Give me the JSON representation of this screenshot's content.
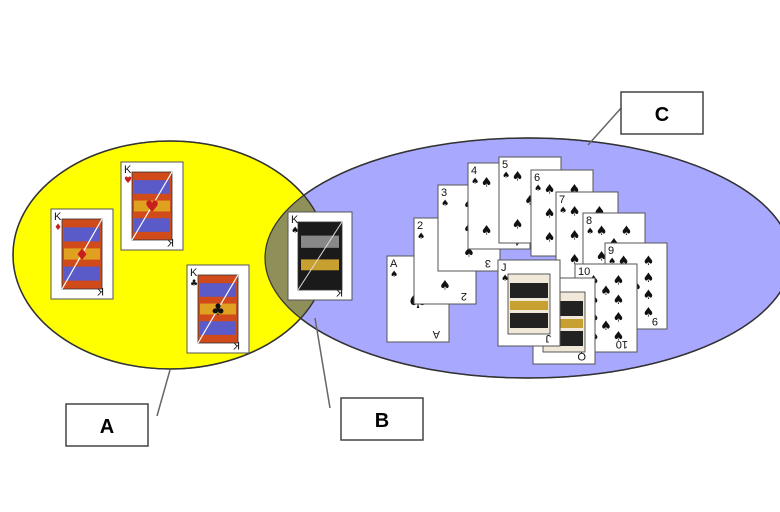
{
  "labels": {
    "A": "A",
    "B": "B",
    "C": "C"
  },
  "colors": {
    "set_a_fill": "#ffff00",
    "set_c_fill": "#a8a8ff",
    "intersection_fill": "#8f8f5a",
    "outline": "#333333",
    "face_red": "#d04a1a",
    "face_blue": "#5a5ac8",
    "face_gold": "#e0a020"
  },
  "set_a_cards": [
    {
      "rank": "K",
      "suit": "♦",
      "color": "red"
    },
    {
      "rank": "K",
      "suit": "♥",
      "color": "red"
    },
    {
      "rank": "K",
      "suit": "♣",
      "color": "black"
    }
  ],
  "intersection_cards": [
    {
      "rank": "K",
      "suit": "♠",
      "color": "black"
    }
  ],
  "set_c_cards": [
    {
      "rank": "A",
      "suit": "♠"
    },
    {
      "rank": "2",
      "suit": "♠"
    },
    {
      "rank": "3",
      "suit": "♠"
    },
    {
      "rank": "4",
      "suit": "♠"
    },
    {
      "rank": "5",
      "suit": "♠"
    },
    {
      "rank": "6",
      "suit": "♠"
    },
    {
      "rank": "7",
      "suit": "♠"
    },
    {
      "rank": "8",
      "suit": "♠"
    },
    {
      "rank": "9",
      "suit": "♠"
    },
    {
      "rank": "10",
      "suit": "♠"
    },
    {
      "rank": "J",
      "suit": "♠"
    },
    {
      "rank": "Q",
      "suit": "♠"
    }
  ]
}
